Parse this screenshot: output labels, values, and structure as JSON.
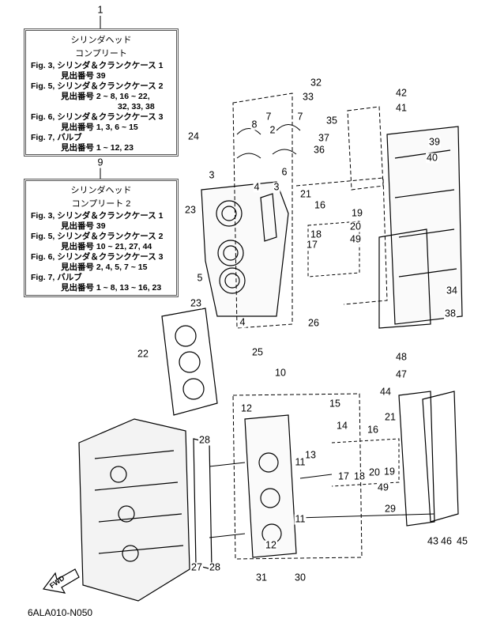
{
  "box1": {
    "number": "1",
    "title1": "シリンダヘッド",
    "title2": "コンプリート",
    "lines": [
      {
        "fig": "Fig. 3, シリンダ＆クランクケース 1",
        "refs": [
          "見出番号 39"
        ]
      },
      {
        "fig": "Fig. 5, シリンダ＆クランクケース 2",
        "refs": [
          "見出番号 2 ~ 8, 16 ~ 22,",
          "32, 33, 38"
        ]
      },
      {
        "fig": "Fig. 6, シリンダ＆クランクケース 3",
        "refs": [
          "見出番号 1, 3, 6 ~ 15"
        ]
      },
      {
        "fig": "Fig. 7, バルブ",
        "refs": [
          "見出番号 1 ~ 12, 23"
        ]
      }
    ]
  },
  "box2": {
    "number": "9",
    "title1": "シリンダヘッド",
    "title2": "コンプリート 2",
    "lines": [
      {
        "fig": "Fig. 3, シリンダ＆クランクケース 1",
        "refs": [
          "見出番号 39"
        ]
      },
      {
        "fig": "Fig. 5, シリンダ＆クランクケース 2",
        "refs": [
          "見出番号 10 ~ 21, 27, 44"
        ]
      },
      {
        "fig": "Fig. 6, シリンダ＆クランクケース 3",
        "refs": [
          "見出番号 2, 4, 5, 7 ~ 15"
        ]
      },
      {
        "fig": "Fig. 7, バルブ",
        "refs": [
          "見出番号 1 ~ 8,  13 ~ 16, 23"
        ]
      }
    ]
  },
  "callouts": [
    "2",
    "32",
    "33",
    "42",
    "41",
    "35",
    "37",
    "36",
    "39",
    "40",
    "8",
    "7",
    "7",
    "24",
    "3",
    "6",
    "4",
    "3",
    "21",
    "16",
    "19",
    "20",
    "18",
    "49",
    "17",
    "23",
    "5",
    "23",
    "4",
    "26",
    "34",
    "38",
    "22",
    "25",
    "48",
    "47",
    "10",
    "44",
    "12",
    "15",
    "21",
    "14",
    "16",
    "13",
    "28",
    "11",
    "17",
    "18",
    "20",
    "19",
    "49",
    "11",
    "29",
    "43",
    "46",
    "45",
    "12",
    "27",
    "28",
    "31",
    "30"
  ],
  "fwd_label": "FWD",
  "diagram_code": "6ALA010-N050"
}
